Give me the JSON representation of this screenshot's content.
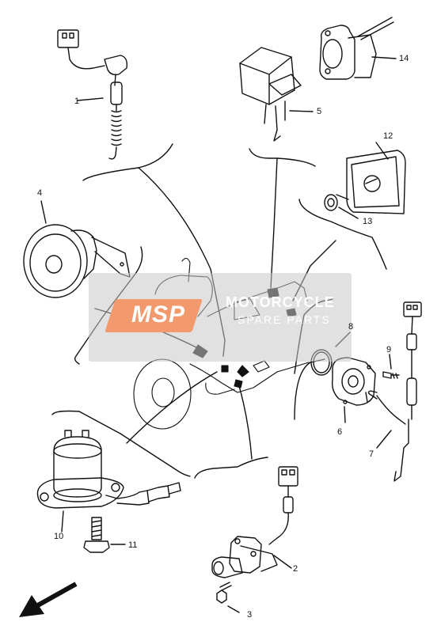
{
  "callouts": {
    "c1": "1",
    "c2": "2",
    "c3": "3",
    "c4": "4",
    "c5": "5",
    "c6": "6",
    "c7": "7",
    "c8": "8",
    "c9": "9",
    "c10": "10",
    "c11": "11",
    "c12": "12",
    "c13": "13",
    "c14": "14"
  },
  "watermark": {
    "logo": "MSP",
    "line1": "MOTORCYCLE",
    "line2": "SPARE PARTS"
  },
  "colors": {
    "line": "#111111",
    "watermark_band": "#c8c8c8",
    "watermark_logo": "#f29a6e"
  }
}
